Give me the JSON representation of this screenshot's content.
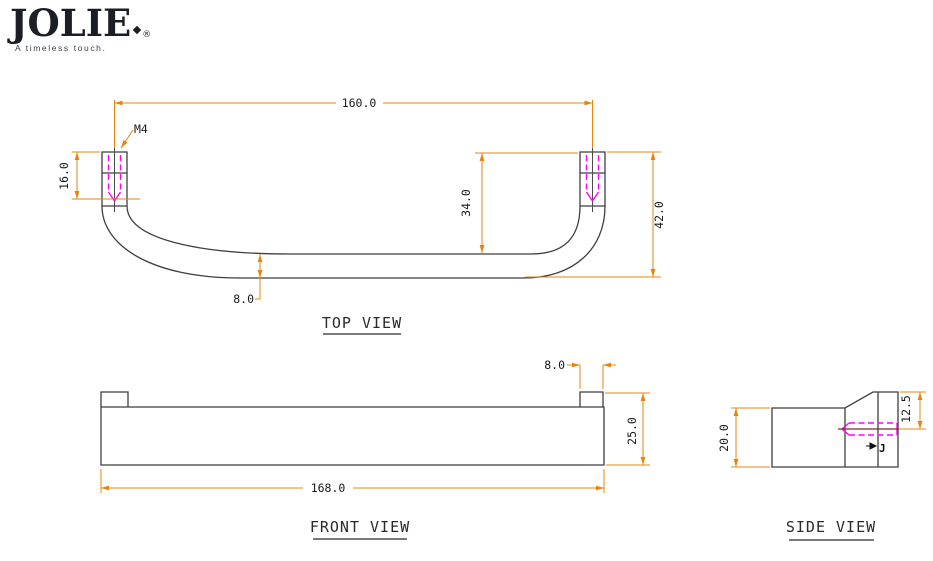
{
  "brand": {
    "name": "JOLIE",
    "registered": "®",
    "tagline": "A timeless touch."
  },
  "views": {
    "top": {
      "label": "TOP VIEW",
      "dim_center_distance": "160.0",
      "thread_callout": "M4",
      "dim_post_length": "16.0",
      "dim_inner_height": "34.0",
      "dim_overall_height": "42.0",
      "dim_bar_thickness": "8.0"
    },
    "front": {
      "label": "FRONT VIEW",
      "dim_post_width": "8.0",
      "dim_height": "25.0",
      "dim_overall_length": "168.0"
    },
    "side": {
      "label": "SIDE VIEW",
      "dim_depth": "20.0",
      "dim_hole_offset": "12.5",
      "thread_mark": "J"
    }
  },
  "colors": {
    "dimension": "#e8830c",
    "thread": "#ff00ff",
    "centerline": "#7a2e2e",
    "geometry": "#3f3f3f",
    "logo": "#1b1e24"
  }
}
